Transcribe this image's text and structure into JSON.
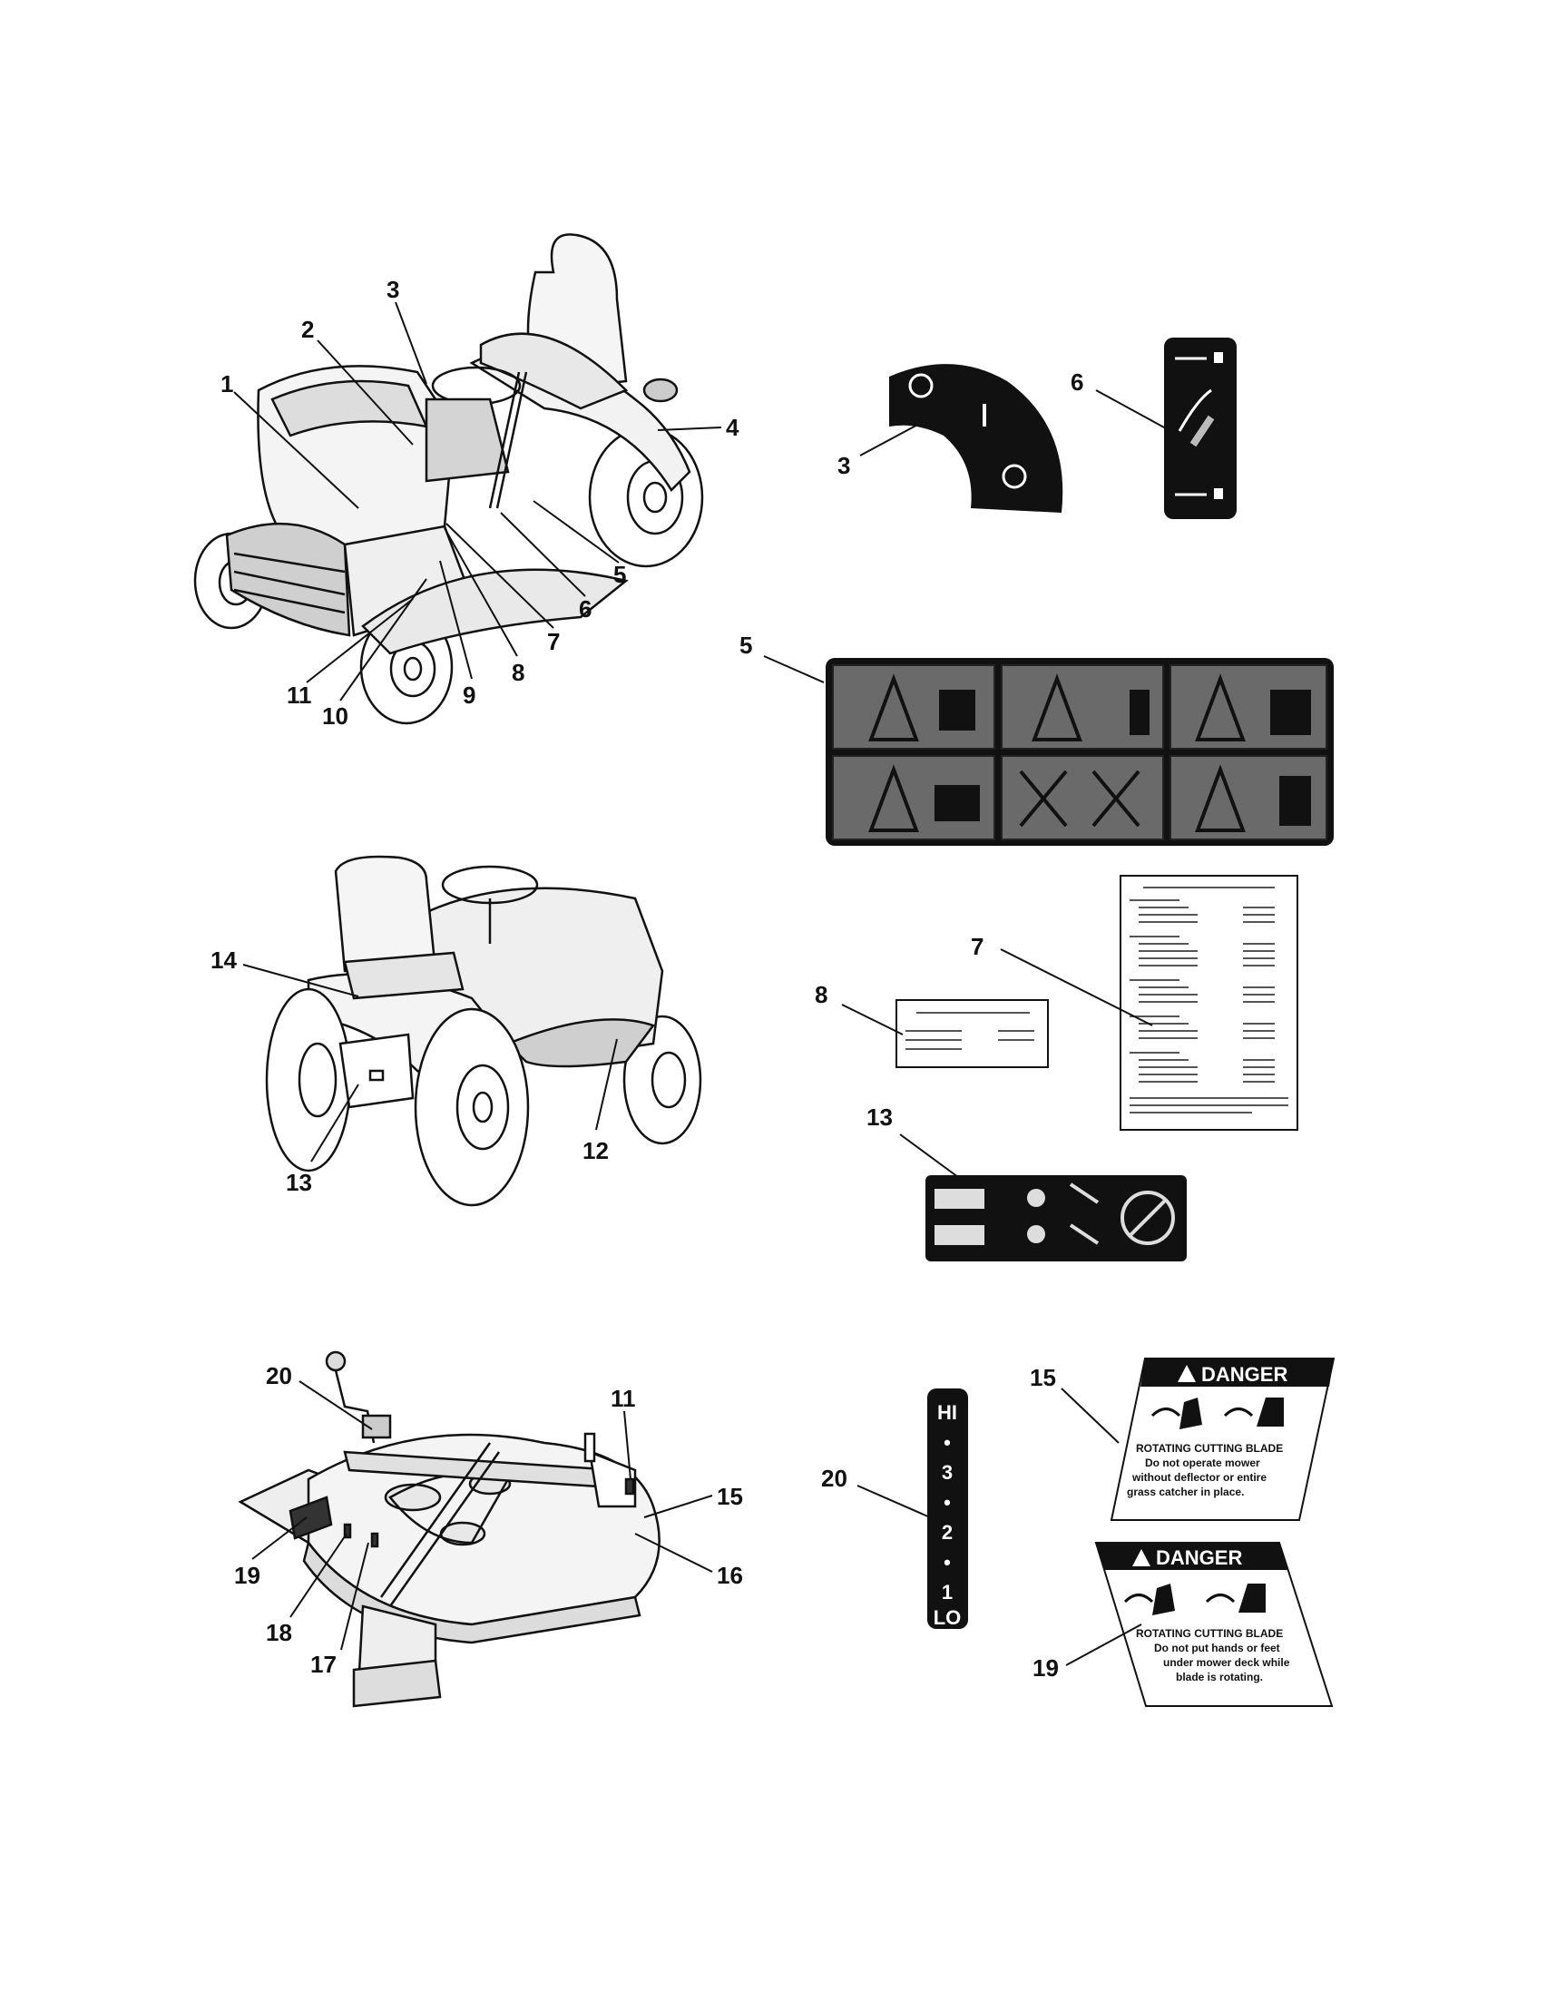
{
  "callouts": {
    "mower_front": [
      "1",
      "2",
      "3",
      "4",
      "5",
      "6",
      "7",
      "8",
      "9",
      "10",
      "11"
    ],
    "mower_rear": [
      "14",
      "13",
      "12"
    ],
    "deck": [
      "20",
      "11",
      "15",
      "16",
      "17",
      "18",
      "19"
    ],
    "decal_refs": {
      "d3": "3",
      "d6": "6",
      "d5": "5",
      "d7": "7",
      "d8": "8",
      "d13": "13",
      "d15": "15",
      "d19": "19",
      "d20": "20"
    }
  },
  "decals": {
    "danger_15": {
      "title": "DANGER",
      "line1": "ROTATING CUTTING BLADE",
      "line2": "Do not operate mower",
      "line3": "without deflector or entire",
      "line4": "grass catcher in place."
    },
    "danger_19": {
      "title": "DANGER",
      "line1": "ROTATING CUTTING BLADE",
      "line2": "Do not put hands or feet",
      "line3": "under mower deck while",
      "line4": "blade is rotating."
    },
    "height_20": [
      "HI",
      "•",
      "3",
      "•",
      "2",
      "•",
      "1",
      "LO"
    ]
  },
  "icons": {
    "key_switch": "ignition-switch-decal",
    "lift_lever": "deck-lift-decal",
    "safety_panel": "safety-symbol-decal",
    "belts_chart": "mower-belts-blades-decal",
    "paint_chart": "touch-up-paint-decal",
    "attach_chart": "attachment-decal"
  }
}
